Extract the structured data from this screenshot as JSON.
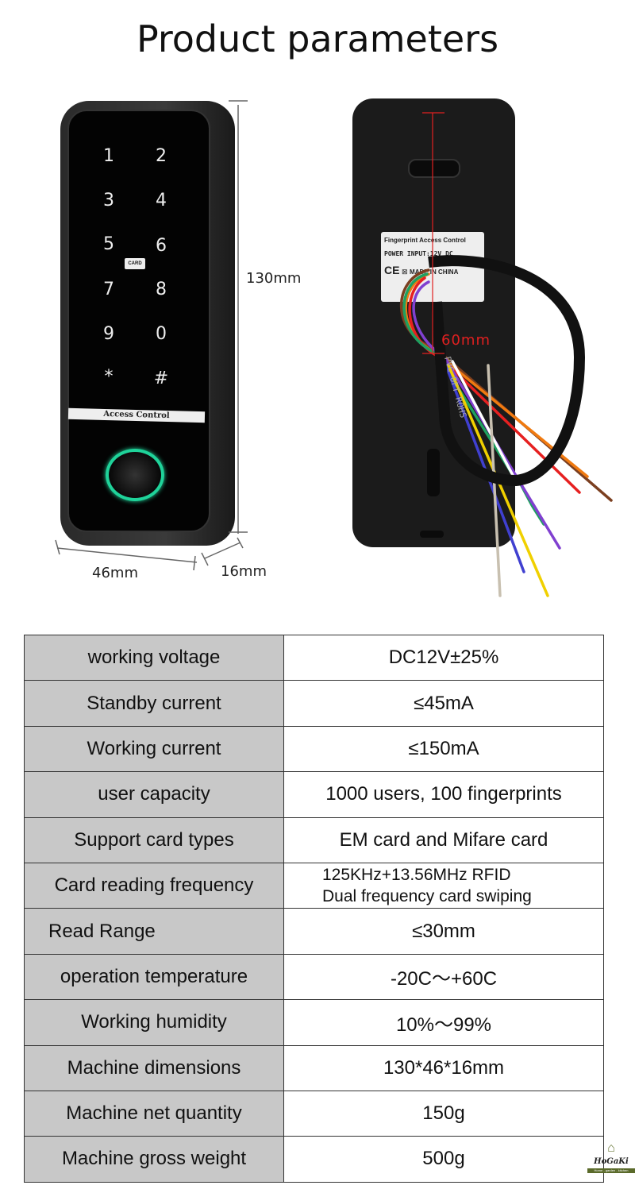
{
  "title": "Product parameters",
  "front": {
    "keys": [
      "1",
      "2",
      "3",
      "4",
      "5",
      "6",
      "7",
      "8",
      "9",
      "0",
      "*",
      "#"
    ],
    "card_label": "CARD",
    "strip_label": "Access Control",
    "height_label": "130mm",
    "width_label": "46mm",
    "depth_label": "16mm"
  },
  "back": {
    "label_line1": "Fingerprint Access Control",
    "label_line2": "POWER  INPUT:12V  DC",
    "label_line3": "MADE IN CHINA",
    "ce_mark": "CE",
    "cable_text": "PVC OFT ROHS",
    "spacing_label": "60mm"
  },
  "specs": [
    {
      "name": "working voltage",
      "value": "DC12V±25%"
    },
    {
      "name": "Standby current",
      "value": "≤45mA"
    },
    {
      "name": "Working current",
      "value": "≤150mA"
    },
    {
      "name": "user capacity",
      "value": "1000 users, 100 fingerprints"
    },
    {
      "name": "Support card types",
      "value": "EM card and Mifare card"
    },
    {
      "name": "Card reading frequency",
      "value": "125KHz+13.56MHz RFID",
      "value2": "Dual frequency card swiping"
    },
    {
      "name": "Read Range",
      "value": "≤30mm"
    },
    {
      "name": "operation temperature",
      "value": "-20C～+60C"
    },
    {
      "name": "Working humidity",
      "value": "10%～99%"
    },
    {
      "name": "Machine dimensions",
      "value": "130*46*16mm"
    },
    {
      "name": "Machine net quantity",
      "value": "150g"
    },
    {
      "name": "Machine gross weight",
      "value": "500g"
    }
  ],
  "logo": {
    "name": "HoGaKi",
    "tagline": "Home - garden - kitchen"
  }
}
